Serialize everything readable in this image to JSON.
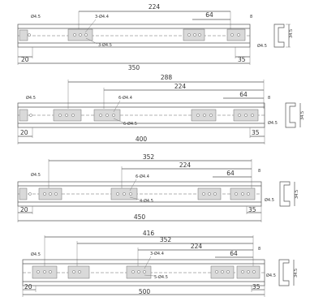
{
  "rails": [
    {
      "overall": "350",
      "spans": [
        "224"
      ],
      "offset_left": "20",
      "offset_right": "35",
      "slot_dim": "64",
      "callout_top": "3-Ø4.4",
      "callout_bottom": "3-Ø4.5",
      "end_hole": "Ø4.5",
      "end_label": "Ø4.5",
      "end_height": "8",
      "profile_height": "34.5"
    },
    {
      "overall": "400",
      "spans": [
        "288",
        "224"
      ],
      "offset_left": "20",
      "offset_right": "35",
      "slot_dim": "64",
      "callout_top": "6-Ø4.4",
      "callout_bottom": "6-Ø4.5",
      "end_hole": "Ø4.5",
      "end_label": "Ø4.5",
      "end_height": "8",
      "profile_height": "34.5"
    },
    {
      "overall": "450",
      "spans": [
        "352",
        "224"
      ],
      "offset_left": "20",
      "offset_right": "35",
      "slot_dim": "64",
      "callout_top": "6-Ø4.4",
      "callout_bottom": "4-Ø4.5",
      "end_hole": "Ø4.5",
      "end_label": "Ø4.5",
      "end_height": "8",
      "profile_height": "34.5"
    },
    {
      "overall": "500",
      "spans": [
        "416",
        "352",
        "224"
      ],
      "offset_left": "20",
      "offset_right": "35",
      "slot_dim": "64",
      "callout_top": "3-Ø4.4",
      "callout_bottom": "5-Ø4.5",
      "end_hole": "Ø4.5",
      "end_label": "Ø4.5",
      "end_height": "8",
      "profile_height": "34.5"
    }
  ]
}
